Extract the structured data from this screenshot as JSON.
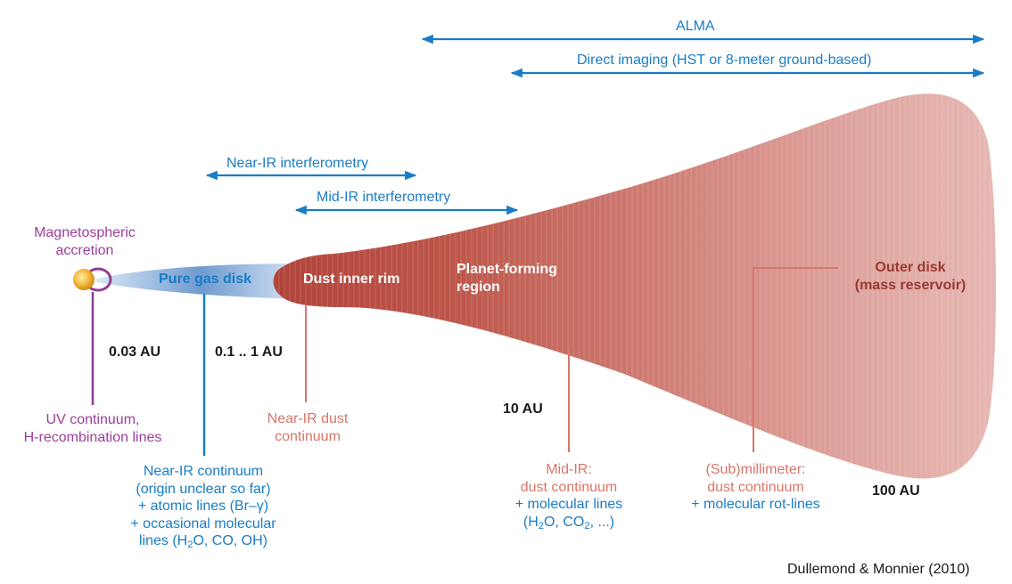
{
  "instruments": {
    "alma": "ALMA",
    "direct_imaging": "Direct imaging (HST or 8-meter ground-based)",
    "near_ir_interferometry": "Near-IR interferometry",
    "mid_ir_interferometry": "Mid-IR interferometry"
  },
  "regions": {
    "magnetospheric_l1": "Magnetospheric",
    "magnetospheric_l2": "accretion",
    "pure_gas_disk": "Pure gas disk",
    "dust_inner_rim": "Dust inner rim",
    "planet_forming_l1": "Planet-forming",
    "planet_forming_l2": "region",
    "outer_disk_l1": "Outer disk",
    "outer_disk_l2": "(mass reservoir)"
  },
  "distances": {
    "d1": "0.03 AU",
    "d2": "0.1 .. 1 AU",
    "d3": "10 AU",
    "d4": "100 AU"
  },
  "emission": {
    "uv_l1": "UV continuum,",
    "uv_l2": "H-recombination lines",
    "nir_cont_l1": "Near-IR continuum",
    "nir_cont_l2": "(origin unclear so far)",
    "nir_cont_l3": "+ atomic lines (Br–γ)",
    "nir_cont_l4": "+ occasional molecular",
    "nir_cont_l5_a": "lines (H",
    "nir_cont_l5_sub": "2",
    "nir_cont_l5_b": "O, CO, OH)",
    "nir_dust_l1": "Near-IR dust",
    "nir_dust_l2": "continuum",
    "mir_l1": "Mid-IR:",
    "mir_l2": "dust continuum",
    "mir_l3": "+ molecular lines",
    "mir_l4_a": "(H",
    "mir_l4_sub1": "2",
    "mir_l4_b": "O, CO",
    "mir_l4_sub2": "2",
    "mir_l4_c": ", ...)",
    "submm_l1": "(Sub)millimeter:",
    "submm_l2": "dust continuum",
    "submm_l3": "+ molecular rot-lines"
  },
  "citation": "Dullemond & Monnier (2010)",
  "colors": {
    "blue": "#1a7cc4",
    "purple": "#9b3f9b",
    "salmon": "#d9756a",
    "disk_inner": "#b5473d",
    "disk_outer": "#e4b0ab",
    "gas_disk": "#5a86c8",
    "star": "#f0b43a"
  }
}
